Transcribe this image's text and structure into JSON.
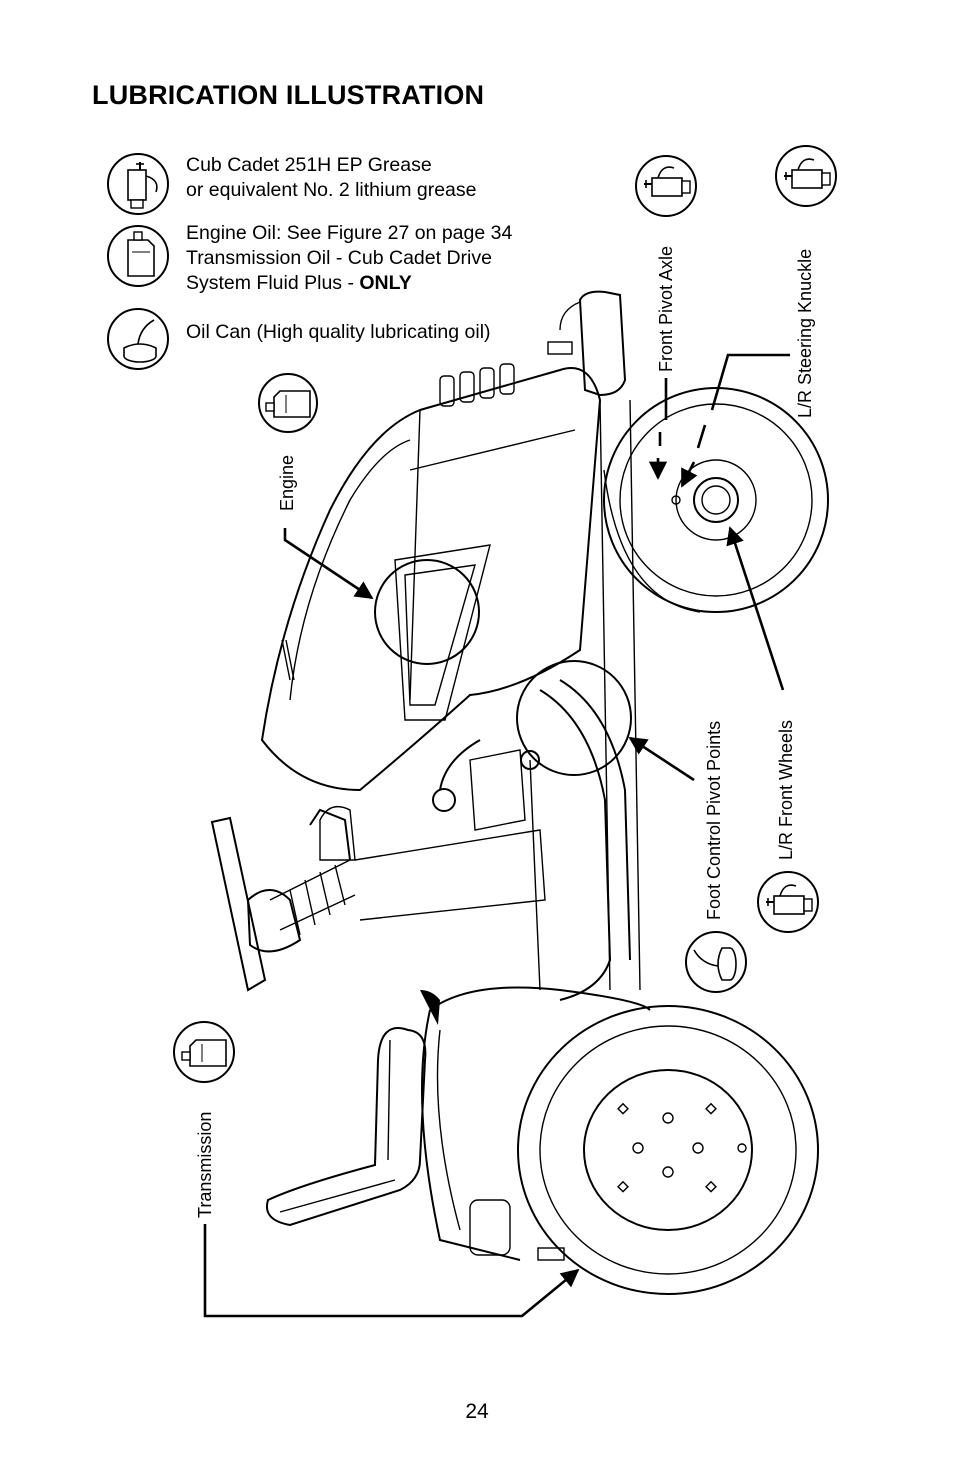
{
  "header": {
    "title": "LUBRICATION ILLUSTRATION"
  },
  "legend": {
    "grease_line1": "Cub Cadet 251H EP Grease",
    "grease_line2": "or equivalent No. 2 lithium grease",
    "oil_line1": "Engine Oil: See Figure 27 on page 34",
    "oil_line2": "Transmission Oil - Cub Cadet Drive",
    "oil_line3_prefix": "System Fluid Plus - ",
    "oil_line3_bold": "ONLY",
    "oilcan_line": "Oil Can (High quality lubricating oil)"
  },
  "callouts": {
    "engine": "Engine",
    "front_pivot_axle": "Front Pivot Axle",
    "steering_knuckle": "L/R Steering Knuckle",
    "foot_control": "Foot Control Pivot Points",
    "front_wheels": "L/R Front Wheels",
    "transmission": "Transmission"
  },
  "icons": {
    "grease_gun": "grease-gun-icon",
    "oil_bottle": "oil-bottle-icon",
    "oil_can": "oil-can-icon"
  },
  "footer": {
    "page_number": "24"
  }
}
